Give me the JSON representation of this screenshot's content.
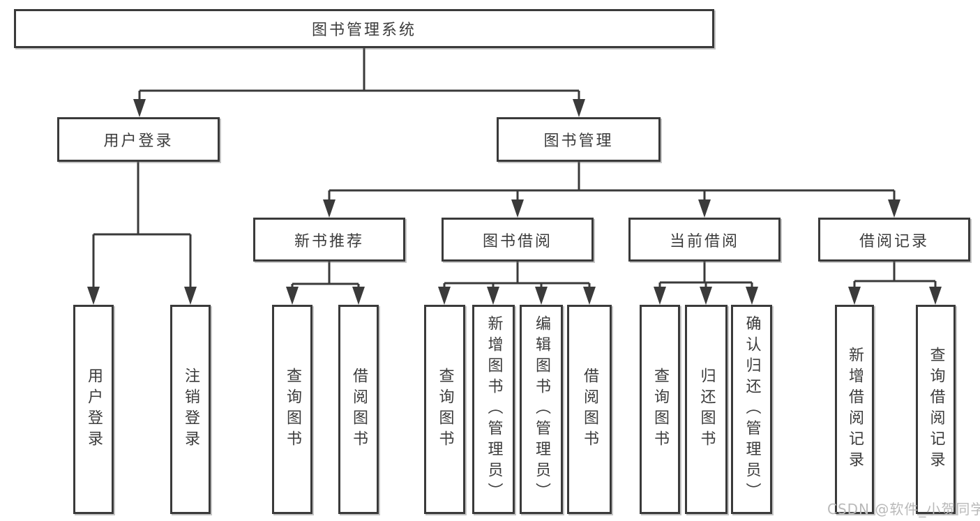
{
  "tree": {
    "root": "图书管理系统",
    "level1": [
      "用户登录",
      "图书管理"
    ],
    "level2": [
      "新书推荐",
      "图书借阅",
      "当前借阅",
      "借阅记录"
    ],
    "leaves": [
      "用户登录",
      "注销登录",
      "查询图书",
      "借阅图书",
      "查询图书",
      "新增图书（管理员）",
      "编辑图书（管理员）",
      "借阅图书",
      "查询图书",
      "归还图书",
      "确认归还（管理员）",
      "新增借阅记录",
      "查询借阅记录"
    ]
  },
  "watermark": "CSDN @软件_小贺同学",
  "colors": {
    "line": "#3a3a3a",
    "text": "#3c3c3c",
    "box_background": "#ffffff",
    "watermark": "#b9b9b9",
    "background": "#ffffff"
  }
}
